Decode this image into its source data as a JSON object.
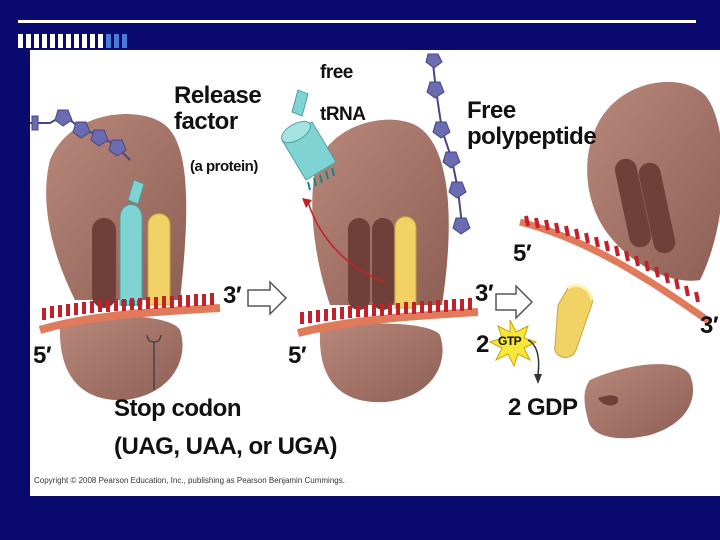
{
  "labels": {
    "release_factor": "Release factor",
    "a_protein": "(a protein)",
    "free_trna_line1": "free",
    "free_trna_line2": "tRNA",
    "free_polypeptide": "Free polypeptide",
    "three_prime": "3′",
    "five_prime": "5′",
    "stop_codon": "Stop codon",
    "stop_codon_list": "(UAG, UAA, or UGA)",
    "two": "2",
    "gtp": "GTP",
    "two_gdp": "2 GDP",
    "copyright": "Copyright © 2008 Pearson Education, Inc., publishing as Pearson Benjamin Cummings."
  },
  "colors": {
    "slide_background": "#0a0a6e",
    "ribosome": "#a8776b",
    "trna": "#7fd3d3",
    "release_factor": "#f2d264",
    "mrna": "#e07a5a",
    "codon_ticks": "#c4202a",
    "polypeptide": "#6b6bb0",
    "gtp_burst": "#f7e73a"
  },
  "icons": [
    "arrow-right-icon",
    "gtp-burst-icon"
  ]
}
